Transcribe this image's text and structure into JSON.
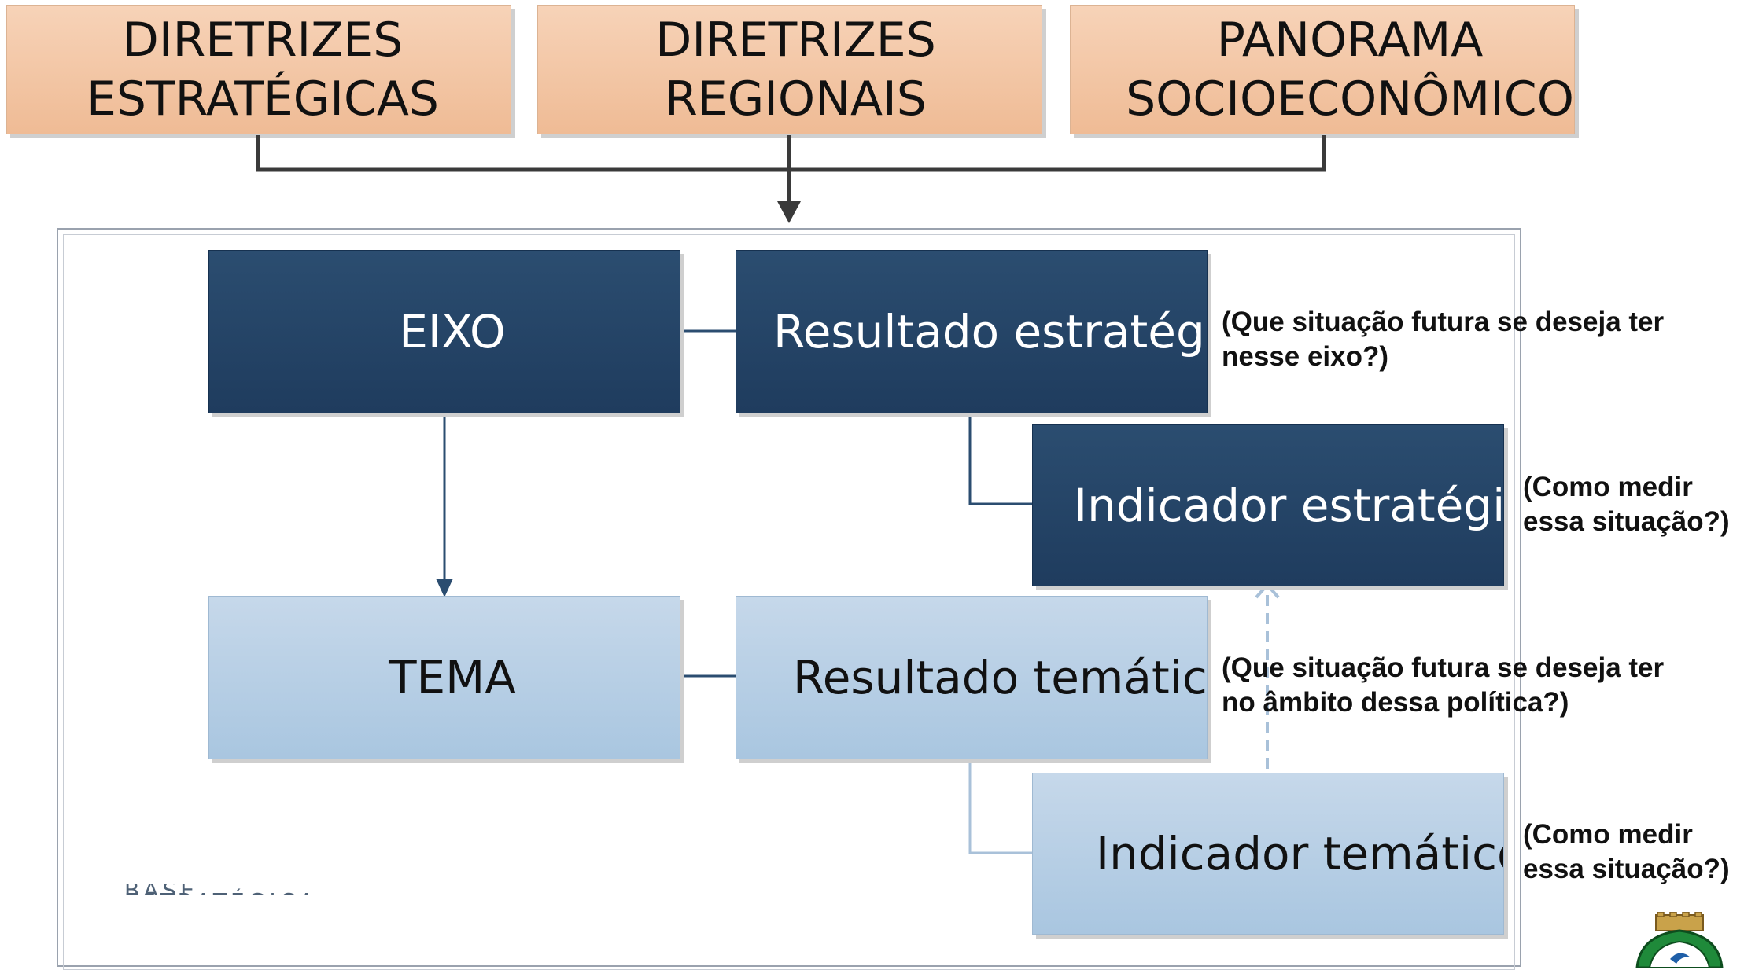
{
  "sources": [
    {
      "label": "DIRETRIZES\nESTRATÉGICAS"
    },
    {
      "label": "DIRETRIZES REGIONAIS"
    },
    {
      "label": "PANORAMA\nSOCIOECONÔMICO"
    }
  ],
  "model": {
    "eixo": "EIXO",
    "resultado_estrategico": "Resultado estratégico",
    "indicador_estrategico": "Indicador estratégico",
    "tema": "TEMA",
    "resultado_tematico": "Resultado temático",
    "indicador_tematico": "Indicador temático"
  },
  "notes": {
    "resultado_estrategico": "(Que situação futura se deseja ter\nnesse eixo?)",
    "indicador_estrategico": "(Como medir\nessa situação?)",
    "resultado_tematico": "(Que situação futura se deseja ter\nno âmbito dessa política?)",
    "indicador_tematico": "(Como medir\nessa situação?)"
  },
  "watermark": "BASE ESTRATÉGICA",
  "colors": {
    "source_box": "#f2c4a2",
    "dark_box": "#24456a",
    "light_box": "#b8cfe5",
    "connector": "#3a3a3a",
    "dark_connector": "#2b4d70",
    "light_connector": "#a9c1d9"
  },
  "icons": {
    "seal": "state-coat-of-arms"
  }
}
